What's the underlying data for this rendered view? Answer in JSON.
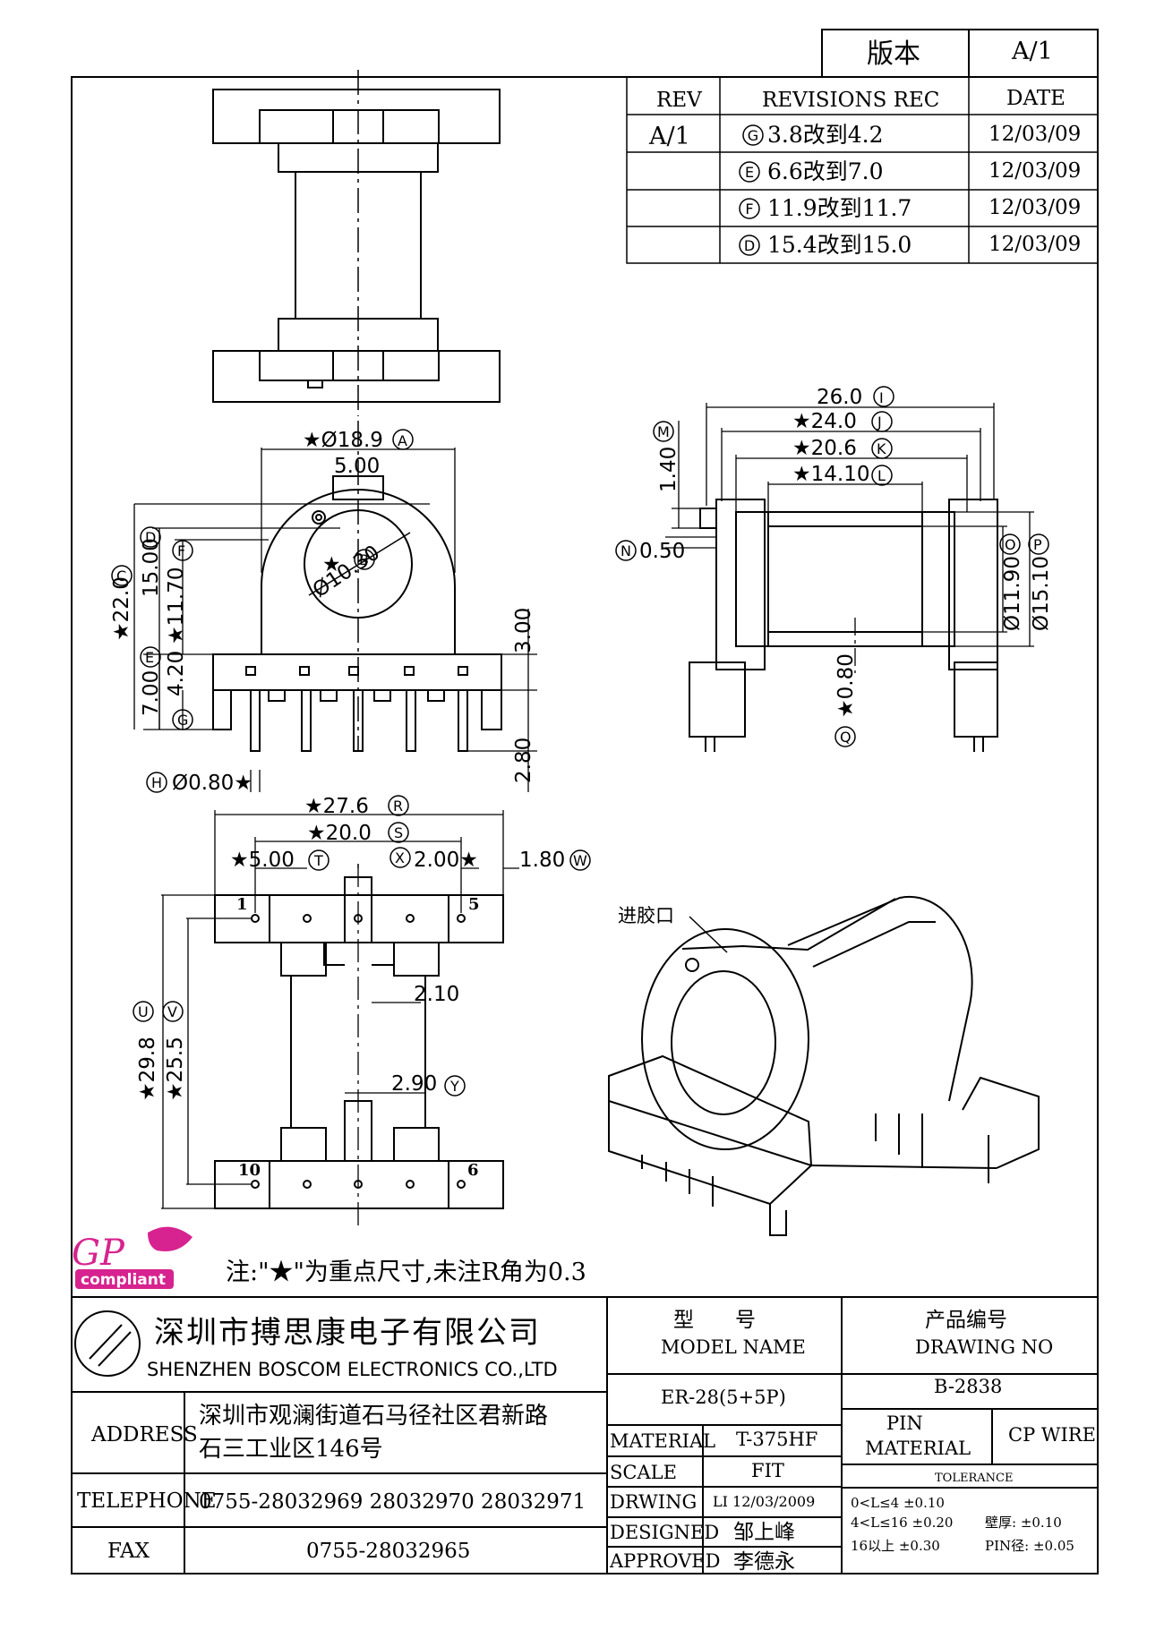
{
  "version_box": {
    "label": "版本",
    "value": "A/1"
  },
  "revisions": {
    "headers": {
      "rev": "REV",
      "rec": "REVISIONS REC",
      "date": "DATE"
    },
    "rev": "A/1",
    "rows": [
      {
        "mark": "G",
        "text": "3.8改到4.2",
        "date": "12/03/09"
      },
      {
        "mark": "E",
        "text": "6.6改到7.0",
        "date": "12/03/09"
      },
      {
        "mark": "F",
        "text": "11.9改到11.7",
        "date": "12/03/09"
      },
      {
        "mark": "D",
        "text": "15.4改到15.0",
        "date": "12/03/09"
      }
    ]
  },
  "dims": {
    "A": "★Ø18.9",
    "B": "★",
    "C": "★22.0",
    "D": "15.00",
    "E": "7.00",
    "F": "★11.70",
    "G": "4.20",
    "H": "Ø0.80★",
    "bore": "Ø10.30",
    "slot": "5.00",
    "pin_len": "2.80",
    "base_h": "3.00",
    "I": "26.0",
    "J": "★24.0",
    "K": "★20.6",
    "L": "★14.10",
    "M": "1.40",
    "N": "0.50",
    "O": "Ø11.90",
    "P": "Ø15.10",
    "Q": "★0.80",
    "R": "★27.6",
    "S": "★20.0",
    "T": "★5.00",
    "X": "2.00★",
    "W": "1.80",
    "U": "★29.8",
    "V": "★25.5",
    "d210": "2.10",
    "Y": "2.90",
    "pin1": "1",
    "pin5": "5",
    "pin10": "10",
    "pin6": "6"
  },
  "iso_label": "进胶口",
  "note": "注:\"★\"为重点尺寸,未注R角为0.3",
  "gp": {
    "logo": "GP",
    "badge": "compliant"
  },
  "company": {
    "cn": "深圳市搏思康电子有限公司",
    "en": "SHENZHEN BOSCOM ELECTRONICS CO.,LTD"
  },
  "title_block": {
    "model_cn": "型　　号",
    "model_en": "MODEL NAME",
    "model_value": "ER-28(5+5P)",
    "drawing_cn": "产品编号",
    "drawing_en": "DRAWING NO",
    "drawing_value": "B-2838",
    "address_label": "ADDRESS",
    "address_1": "深圳市观澜街道石马径社区君新路",
    "address_2": "石三工业区146号",
    "tel_label": "TELEPHONE",
    "tel": "0755-28032969 28032970 28032971",
    "fax_label": "FAX",
    "fax": "0755-28032965",
    "material_label": "MATERIAL",
    "material": "T-375HF",
    "scale_label": "SCALE",
    "scale": "FIT",
    "drwing_label": "DRWING",
    "drwing": "LI 12/03/2009",
    "designed_label": "DESIGNED",
    "designed": "邹上峰",
    "approved_label": "APPROVED",
    "approved": "李德永",
    "pin_material_1": "PIN",
    "pin_material_2": "MATERIAL",
    "pin_material_value": "CP WIRE",
    "tolerance_label": "TOLERANCE",
    "tol_1": "0<L≤4  ±0.10",
    "tol_2": "4<L≤16  ±0.20",
    "tol_3": "16以上     ±0.30",
    "tol_wall": "壁厚:  ±0.10",
    "tol_pin": "PIN径:  ±0.05"
  }
}
